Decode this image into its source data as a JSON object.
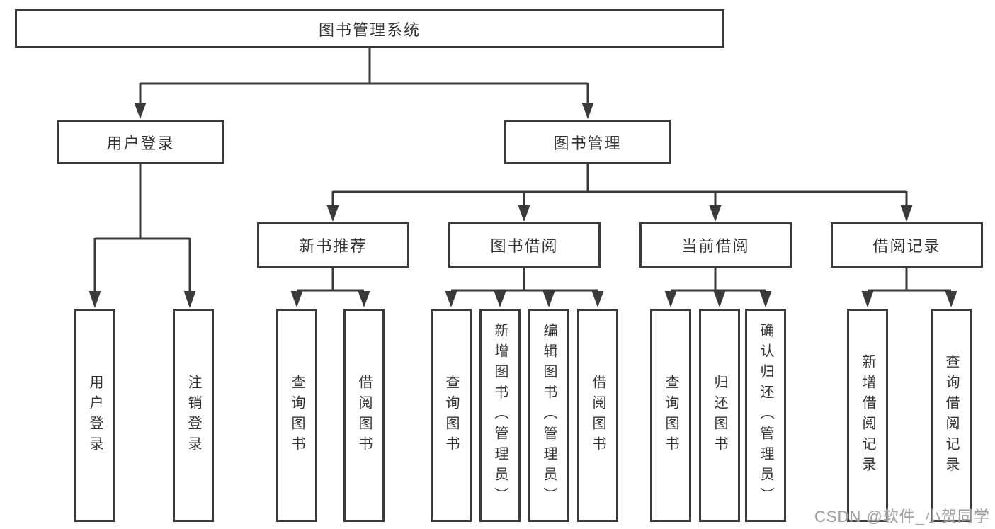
{
  "colors": {
    "line": "#3a3a3a",
    "box_border": "#3a3a3a",
    "text": "#333333",
    "watermark": "#9e9e9e",
    "background": "#ffffff"
  },
  "diagram": {
    "root": {
      "label": "图书管理系统"
    },
    "level2": [
      {
        "label": "用户登录"
      },
      {
        "label": "图书管理"
      }
    ],
    "level3": [
      {
        "label": "新书推荐"
      },
      {
        "label": "图书借阅"
      },
      {
        "label": "当前借阅"
      },
      {
        "label": "借阅记录"
      }
    ],
    "leaves": {
      "user_login": [
        "用户登录",
        "注销登录"
      ],
      "new_book": [
        "查询图书",
        "借阅图书"
      ],
      "book_borrow": [
        "查询图书",
        "新增图书（管理员）",
        "编辑图书（管理员）",
        "借阅图书"
      ],
      "current_borrow": [
        "查询图书",
        "归还图书",
        "确认归还（管理员）"
      ],
      "borrow_record": [
        "新增借阅记录",
        "查询借阅记录"
      ]
    }
  },
  "watermark": {
    "text": "CSDN @软件_小贺同学"
  }
}
